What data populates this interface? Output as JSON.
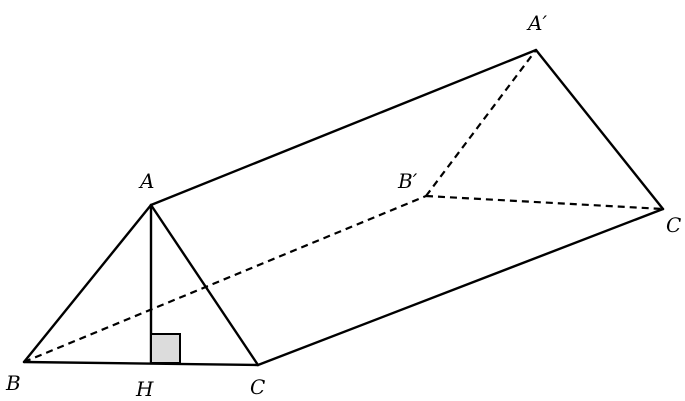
{
  "labels": {
    "A": "A",
    "A_prime": "A′",
    "B": "B",
    "B_prime": "B′",
    "C": "C",
    "C_prime": "C",
    "H": "H"
  }
}
